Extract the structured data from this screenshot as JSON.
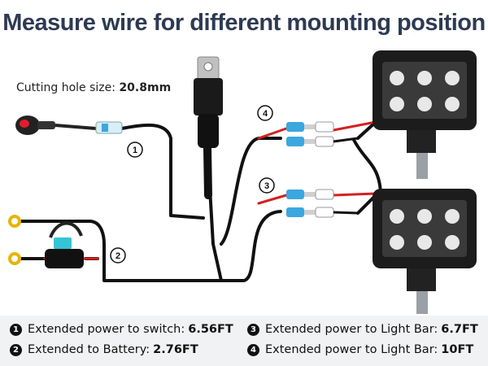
{
  "title": "Measure wire for different mounting position",
  "cutting_hole": {
    "label": "Cutting hole size:",
    "value": "20.8mm"
  },
  "callouts": [
    "1",
    "2",
    "3",
    "4"
  ],
  "legend": [
    {
      "num": "1",
      "text": "Extended power to switch:",
      "value": "6.56FT"
    },
    {
      "num": "2",
      "text": "Extended to Battery:",
      "value": "2.76FT"
    },
    {
      "num": "3",
      "text": "Extended power to Light Bar:",
      "value": "6.7FT"
    },
    {
      "num": "4",
      "text": "Extended power to Light Bar:",
      "value": "10FT"
    }
  ],
  "colors": {
    "title": "#2e3a52",
    "wire": "#111111",
    "red_wire": "#d42020",
    "connector": "#3ba7df",
    "fuse": "#35c4d6",
    "ring_terminal": "#e8b400",
    "legend_bg": "#f1f2f4"
  },
  "icons": [
    "rocker-switch-icon",
    "relay-icon",
    "fuse-holder-icon",
    "ring-terminal-icon",
    "led-light-bar-icon",
    "spade-connector-icon"
  ]
}
